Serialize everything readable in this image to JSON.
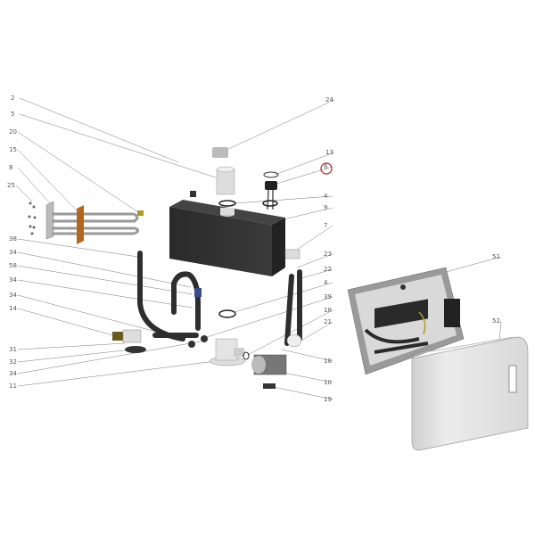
{
  "diagram": {
    "highlight_color": "#b22222",
    "left_labels": [
      "2",
      "5",
      "20",
      "15",
      "8",
      "25",
      "38",
      "34",
      "58",
      "34",
      "34",
      "14",
      "31",
      "32",
      "34",
      "11"
    ],
    "right_labels": [
      "24",
      "13",
      "6",
      "4",
      "9",
      "7",
      "23",
      "22",
      "4",
      "39",
      "18",
      "21",
      "18",
      "10",
      "19"
    ],
    "assembly_labels": [
      "51",
      "52"
    ],
    "highlighted_label": "6"
  }
}
